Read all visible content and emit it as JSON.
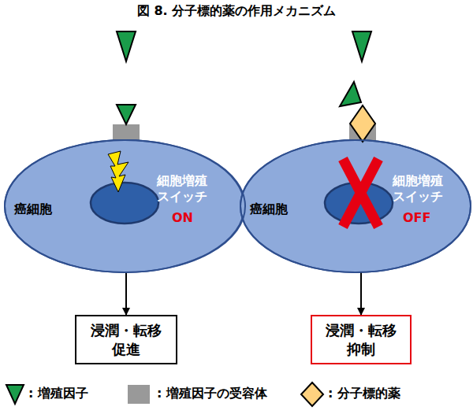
{
  "diagram": {
    "title": "図 8. 分子標的薬の作用メカニズム",
    "nodes": [
      {
        "text": [
          "癌細胞",
          "細胞増殖 スイッチ",
          "ON"
        ]
      },
      {
        "text": [
          "浸潤・転移 促進"
        ]
      },
      {
        "text": [
          "癌細胞",
          "細胞増殖 スイッチ",
          "OFF"
        ]
      },
      {
        "text": [
          "浸潤・転移 抑制"
        ]
      }
    ],
    "edges": [
      {
        "from": 0,
        "to": 1,
        "arrow": "to"
      },
      {
        "from": 2,
        "to": 3,
        "arrow": "to"
      }
    ],
    "legend": [
      {
        "text": ": 増殖因子"
      },
      {
        "text": ": 増殖因子の受容体",
        "color": "#999999"
      },
      {
        "text": ": 分子標的薬"
      }
    ]
  }
}
